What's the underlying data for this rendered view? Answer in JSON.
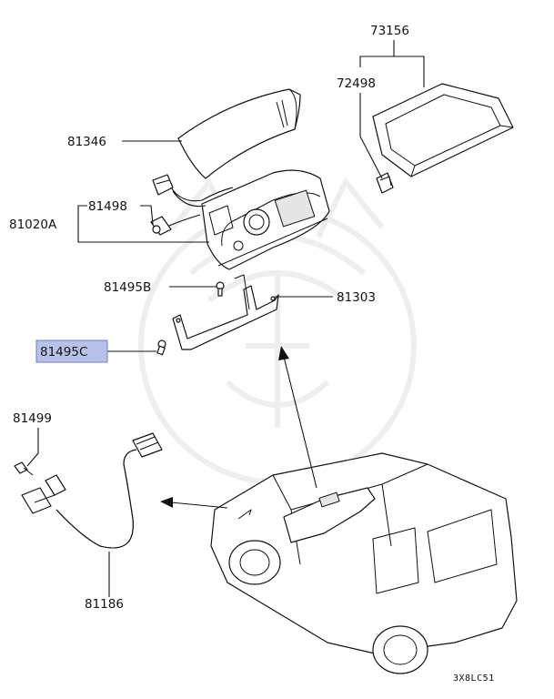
{
  "parts": {
    "p73156": "73156",
    "p72498": "72498",
    "p81346": "81346",
    "p81498": "81498",
    "p81020A": "81020A",
    "p81495B": "81495B",
    "p81303": "81303",
    "p81495C": "81495C",
    "p81499": "81499",
    "p81186": "81186"
  },
  "highlighted_part": "81495C",
  "diagram_code": "3X8LC51",
  "colors": {
    "highlight": "#b8c2e8",
    "line": "#111111"
  }
}
